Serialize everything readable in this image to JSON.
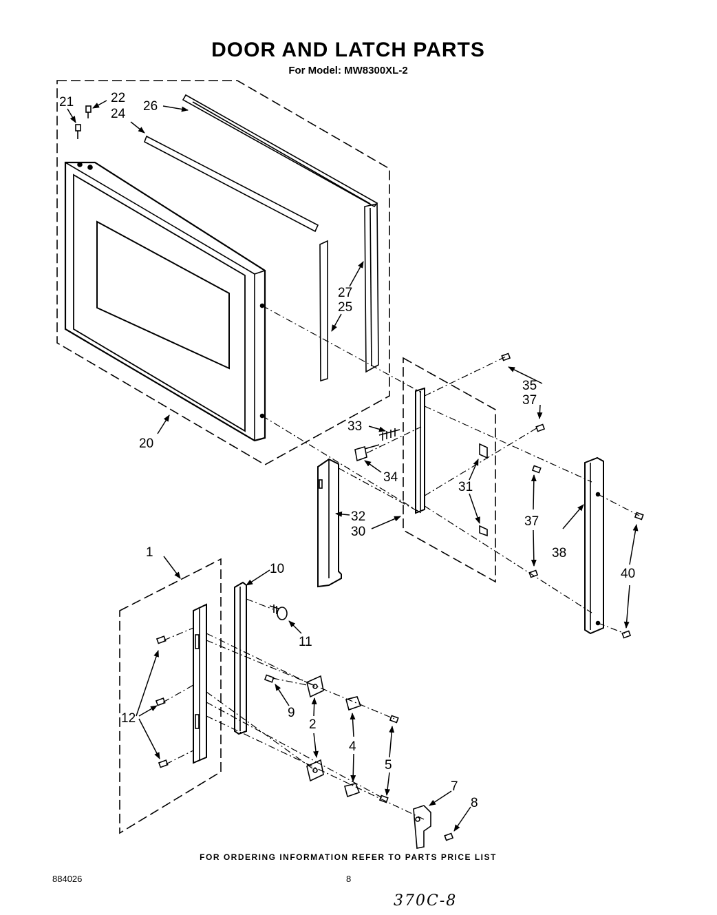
{
  "header": {
    "title": "DOOR AND LATCH PARTS",
    "subtitle": "For Model: MW8300XL-2"
  },
  "footer": {
    "ordering_note": "FOR ORDERING INFORMATION REFER TO PARTS PRICE LIST",
    "doc_number": "884026",
    "page_number": "8",
    "handwritten_note": "370C-8"
  },
  "callouts": {
    "c21": "21",
    "c22": "22",
    "c24": "24",
    "c26": "26",
    "c27": "27",
    "c25": "25",
    "c20": "20",
    "c35": "35",
    "c37a": "37",
    "c33": "33",
    "c34": "34",
    "c31": "31",
    "c32": "32",
    "c30": "30",
    "c37b": "37",
    "c38": "38",
    "c40": "40",
    "c1": "1",
    "c10": "10",
    "c11": "11",
    "c9": "9",
    "c12": "12",
    "c2": "2",
    "c4": "4",
    "c5": "5",
    "c7": "7",
    "c8": "8"
  }
}
